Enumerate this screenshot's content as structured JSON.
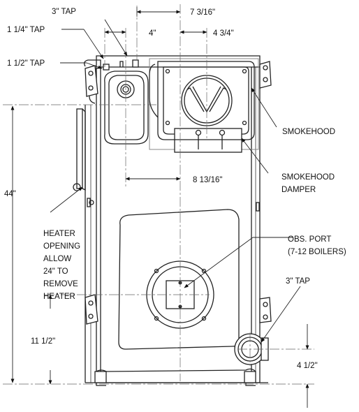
{
  "labels": {
    "tap_3_top": "3\" TAP",
    "tap_1_1_4": "1 1/4\" TAP",
    "tap_1_1_2": "1 1/2\" TAP",
    "tap_3_bottom": "3\" TAP",
    "smokehood": "SMOKEHOOD",
    "smokehood_damper": [
      "SMOKEHOOD",
      "DAMPER"
    ],
    "obs_port": [
      "OBS. PORT",
      "(7-12 BOILERS)"
    ],
    "heater_opening": [
      "HEATER",
      "OPENING",
      "ALLOW",
      "24\" TO",
      "REMOVE",
      "HEATER"
    ]
  },
  "dimensions": {
    "d_7_3_16": "7 3/16\"",
    "d_4": "4\"",
    "d_4_3_4": "4 3/4\"",
    "d_8_13_16": "8 13/16\"",
    "d_44": "44\"",
    "d_11_1_2": "11 1/2\"",
    "d_4_1_2": "4 1/2\""
  }
}
